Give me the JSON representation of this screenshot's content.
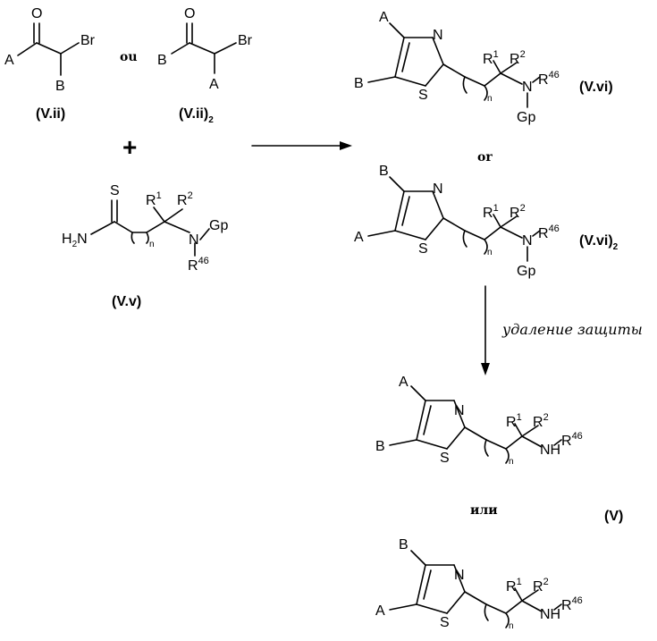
{
  "labels": {
    "compound_vii": "(V.ii)",
    "compound_vii2": "(V.ii)",
    "compound_vii2_sub": "2",
    "compound_vv": "(V.v)",
    "compound_vvi": "(V.vi)",
    "compound_vvi2": "(V.vi)",
    "compound_vvi2_sub": "2",
    "compound_v": "(V)",
    "word_ou": "ou",
    "word_or": "or",
    "word_ili": "или",
    "plus": "+",
    "deprotection": "удаление защиты"
  },
  "atoms": {
    "A": "A",
    "B": "B",
    "Br": "Br",
    "O": "O",
    "S": "S",
    "N": "N",
    "NH": "NH",
    "H2N": "H",
    "H2N_sub": "2",
    "H2N_N": "N",
    "Gp": "Gp",
    "R": "R",
    "sup1": "1",
    "sup2": "2",
    "sup46": "46",
    "n": "n"
  }
}
